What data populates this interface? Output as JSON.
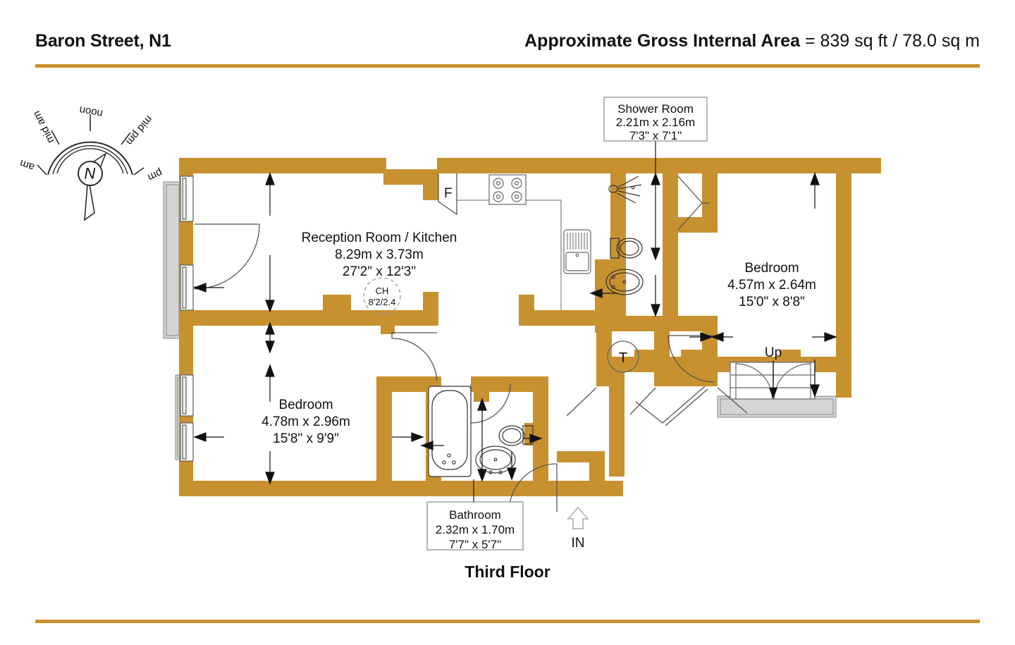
{
  "header": {
    "title": "Baron Street, N1",
    "area_label": "Approximate Gross Internal Area",
    "area_value": "= 839 sq ft / 78.0 sq m"
  },
  "floor_label": "Third Floor",
  "colors": {
    "wall": "#c8912f",
    "rule": "#c8912f",
    "balcony": "#d4d4d4",
    "line": "#111111",
    "thin": "#7a7a7a"
  },
  "compass": {
    "needle": "N",
    "labels": [
      "am",
      "mid am",
      "noon",
      "mid pm",
      "pm"
    ]
  },
  "rooms": [
    {
      "id": "reception",
      "name": "Reception Room / Kitchen",
      "metric": "8.29m x 3.73m",
      "imperial": "27'2\" x 12'3\"",
      "boxed": false
    },
    {
      "id": "bedroom-right",
      "name": "Bedroom",
      "metric": "4.57m x 2.64m",
      "imperial": "15'0\" x 8'8\"",
      "boxed": false
    },
    {
      "id": "bedroom-left",
      "name": "Bedroom",
      "metric": "4.78m x 2.96m",
      "imperial": "15'8\" x 9'9\"",
      "boxed": false
    },
    {
      "id": "shower-room",
      "name": "Shower Room",
      "metric": "2.21m x 2.16m",
      "imperial": "7'3\" x 7'1\"",
      "boxed": true
    },
    {
      "id": "bathroom",
      "name": "Bathroom",
      "metric": "2.32m x 1.70m",
      "imperial": "7'7\" x 5'7\"",
      "boxed": true
    }
  ],
  "annotations": {
    "ceiling_height_label": "CH",
    "ceiling_height_value": "8'2/2.4",
    "fridge": "F",
    "tank": "T",
    "stairs_up": "Up",
    "entrance": "IN"
  }
}
